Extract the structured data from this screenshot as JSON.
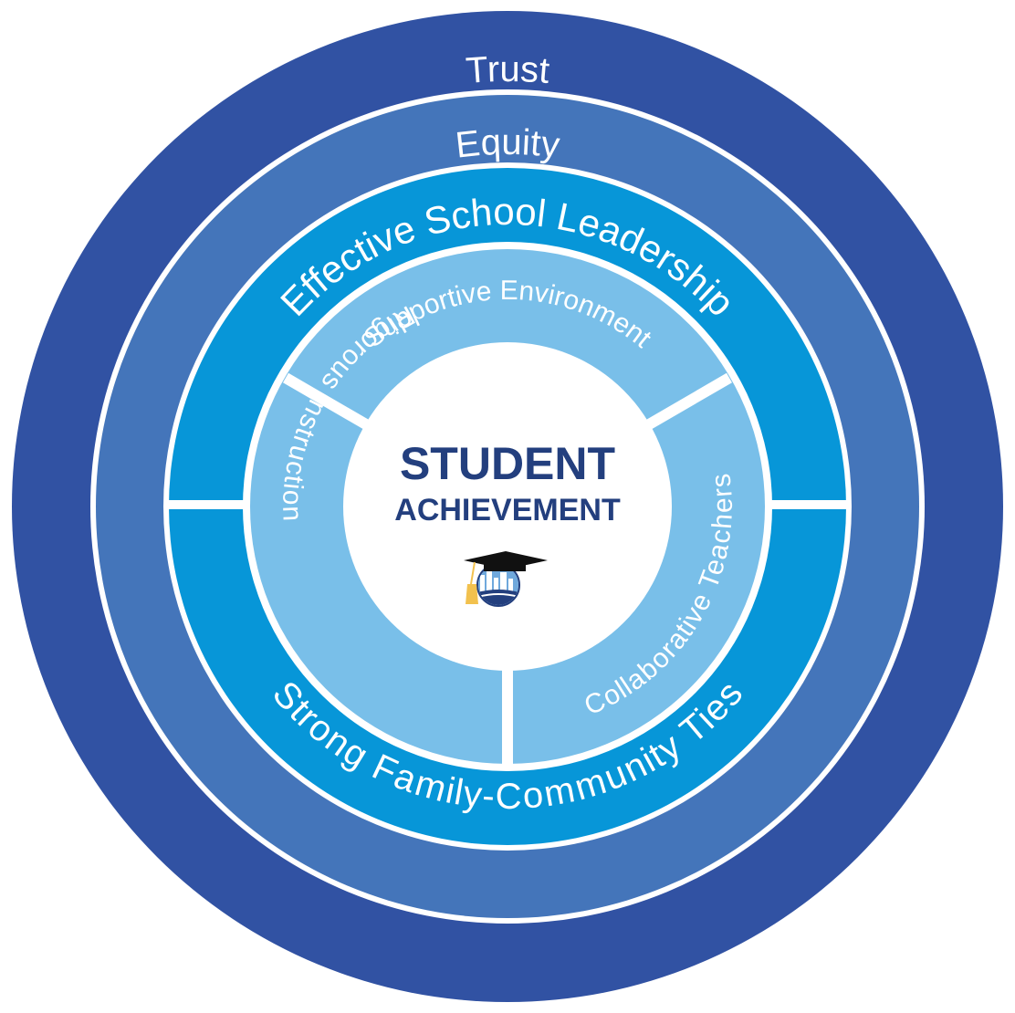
{
  "colors": {
    "trust": "#3152a3",
    "equity": "#4475ba",
    "leadership": "#0796d8",
    "pillars": "#79bfe9",
    "center": "#ffffff",
    "center_text": "#233f7e",
    "divider": "#ffffff"
  },
  "rings": {
    "trust": "Trust",
    "equity": "Equity",
    "leadership": "Effective School Leadership",
    "family": "Strong Family-Community Ties"
  },
  "pillars": {
    "supportive": "Supportive Environment",
    "rigorous": "Rigorous Instruction",
    "collaborative": "Collaborative Teachers"
  },
  "center": {
    "title_line1": "STUDENT",
    "title_line2": "ACHIEVEMENT",
    "logo_icon": "graduation-cap-city-logo-icon"
  }
}
